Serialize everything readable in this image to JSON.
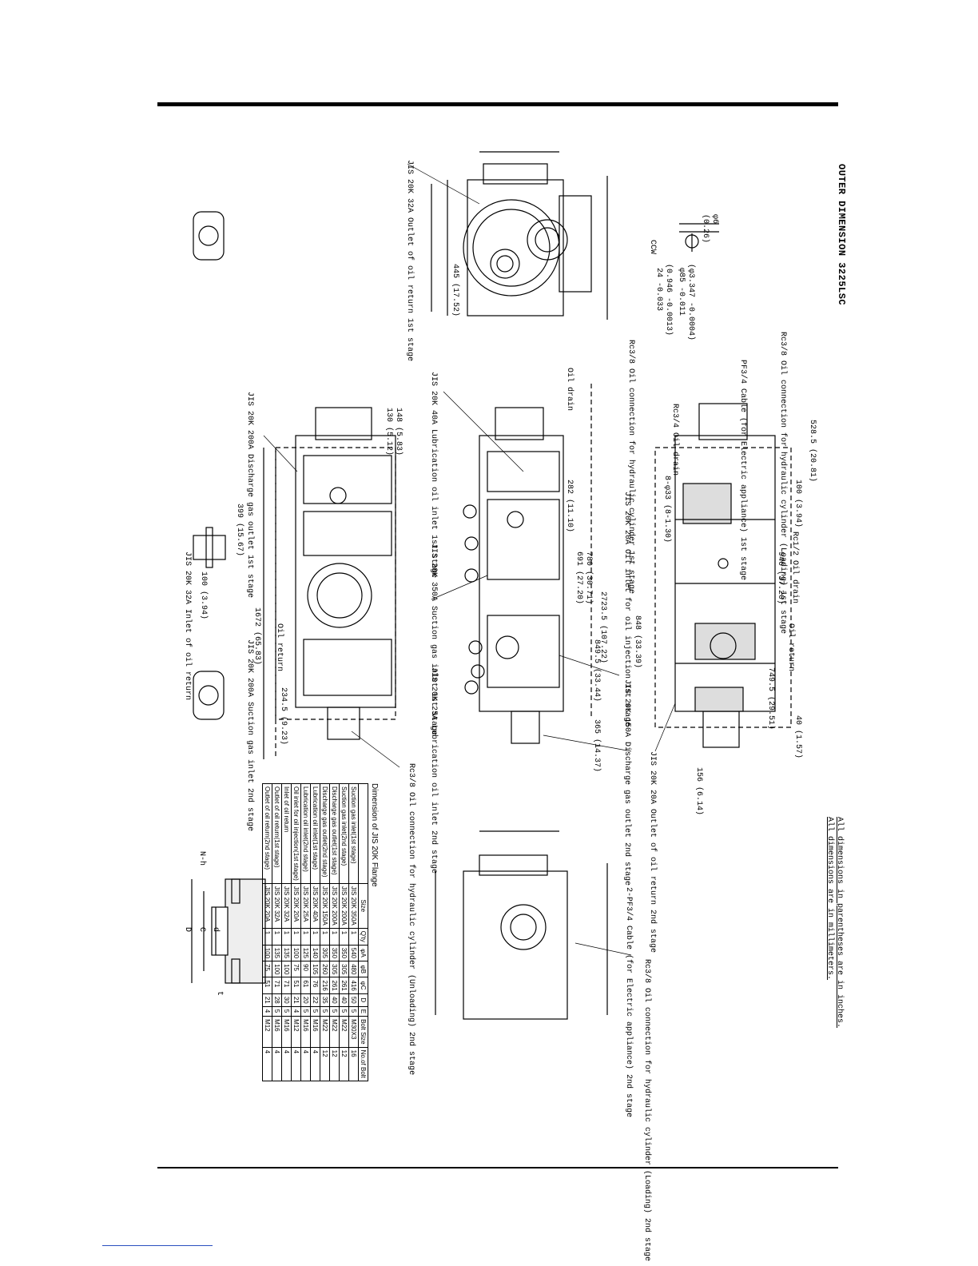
{
  "drawing": {
    "title": "OUTER DIMENSION 3225LSC",
    "notes": [
      "All dimensions are in millimeters.",
      "All dimensions in parentheses are in inches."
    ],
    "rotation_label": "CCW",
    "shaft_dims": [
      "24 -0.033",
      "(0.946 -0.0013)",
      "φ85 -0.011",
      "(φ3.347 -0.0004)",
      "(0.26)",
      "φ6"
    ],
    "callouts": {
      "top_view": [
        "JIS 20K 32A Inlet of oil return",
        "JIS 20K 200A Discharge gas outlet 1st stage",
        "JIS 20K 200A Suction gas inlet 2nd stage",
        "Oil return",
        "Rc3/8 Oil connection for hydraulic cylinder (Unloading) 2nd stage"
      ],
      "front_view": [
        "JIS 20K 32A Outlet of oil return 1st stage",
        "JIS 20K 40A Lubrication oil inlet 1st stage",
        "JIS 20K 350A Suction gas inlet 1st stage",
        "JIS 20K 25A Lubrication oil inlet 2nd stage",
        "JIS 20K 150A Discharge gas outlet 2nd stage",
        "JIS 20K 20A Oil inlet for oil injection 1st stage",
        "Rc3/8 Oil connection for hydraulic cylinder 1st stage",
        "Oil drain",
        "JIS 20K 20A Outlet of oil return 2nd stage"
      ],
      "bottom_view": [
        "PF3/4 Cable (for Electric appliance) 1st stage",
        "Rc3/8 Oil connection for hydraulic cylinder (Loading) 1st stage",
        "Rc3/4 Oil drain",
        "Rc1/2 Oil drain",
        "Oil return",
        "2-PF3/4 Cable (for Electric appliance) 2nd stage",
        "Rc3/8 Oil connection for hydraulic cylinder (Loading) 2nd stage"
      ]
    },
    "dims": {
      "a": [
        "1672 (65.83)",
        "399 (15.67)",
        "100 (3.94)",
        "130 (5.12)",
        "148 (5.83)",
        "234.5 (9.23)",
        "445 (17.52)"
      ],
      "b": [
        "282 (11.10)",
        "691 (27.20)",
        "780 (30.71)",
        "2723.5 (107.22)",
        "849.5 (33.44)",
        "365 (14.37)",
        "156 (6.14)"
      ],
      "c": [
        "848 (33.39)",
        "749.5 (29.51)",
        "946 (37.20)",
        "528.5 (20.81)",
        "100 (3.94)",
        "40 (1.57)",
        "8-φ33 (8-1.30)"
      ]
    },
    "flange_label_letters": [
      "D",
      "C",
      "d",
      "N-h",
      "t"
    ]
  },
  "flange_table": {
    "title": "Dimension of JIS 20K Flange",
    "headers": [
      "",
      "Size",
      "Q'ty",
      "φA",
      "φB",
      "φC",
      "D",
      "E",
      "Bolt Size",
      "No.of Bolt"
    ],
    "rows": [
      [
        "Suction gas inlet(1st stage)",
        "JIS 20K 350A",
        "1",
        "540",
        "480",
        "416",
        "50",
        "5",
        "M30X3",
        "16"
      ],
      [
        "Suction gas inlet(2nd stage)",
        "JIS 20K 200A",
        "1",
        "350",
        "305",
        "261",
        "40",
        "5",
        "M22",
        "12"
      ],
      [
        "Discharge gas outlet(1st stage)",
        "JIS 20K 200A",
        "1",
        "350",
        "305",
        "261",
        "40",
        "5",
        "M22",
        "12"
      ],
      [
        "Discharge gas outlet(2nd stage)",
        "JIS 20K 150A",
        "1",
        "305",
        "260",
        "216",
        "35",
        "5",
        "M22",
        "12"
      ],
      [
        "Lubrication oil inlet(1st stage)",
        "JIS 20K 40A",
        "1",
        "140",
        "105",
        "76",
        "22",
        "5",
        "M16",
        "4"
      ],
      [
        "Lubrication oil inlet(2nd stage)",
        "JIS 20K 25A",
        "1",
        "125",
        "90",
        "61",
        "20",
        "5",
        "M16",
        "4"
      ],
      [
        "Oil inlet for oil injection(1st stage)",
        "JIS 20K 20A",
        "1",
        "100",
        "75",
        "51",
        "21",
        "4",
        "M12",
        "4"
      ],
      [
        "Inlet of oil return",
        "JIS 20K 32A",
        "1",
        "135",
        "100",
        "71",
        "30",
        "5",
        "M16",
        "4"
      ],
      [
        "Outlet of oil return(1st stage)",
        "JIS 20K 32A",
        "1",
        "135",
        "100",
        "71",
        "28",
        "5",
        "M16",
        "4"
      ],
      [
        "Outlet of oil return(2nd stage)",
        "JIS 20K 20A",
        "1",
        "100",
        "75",
        "51",
        "21",
        "4",
        "M12",
        "4"
      ]
    ]
  },
  "colors": {
    "ink": "#000000",
    "hatch": "#555555",
    "footnote_rule": "#2a4fbf"
  }
}
